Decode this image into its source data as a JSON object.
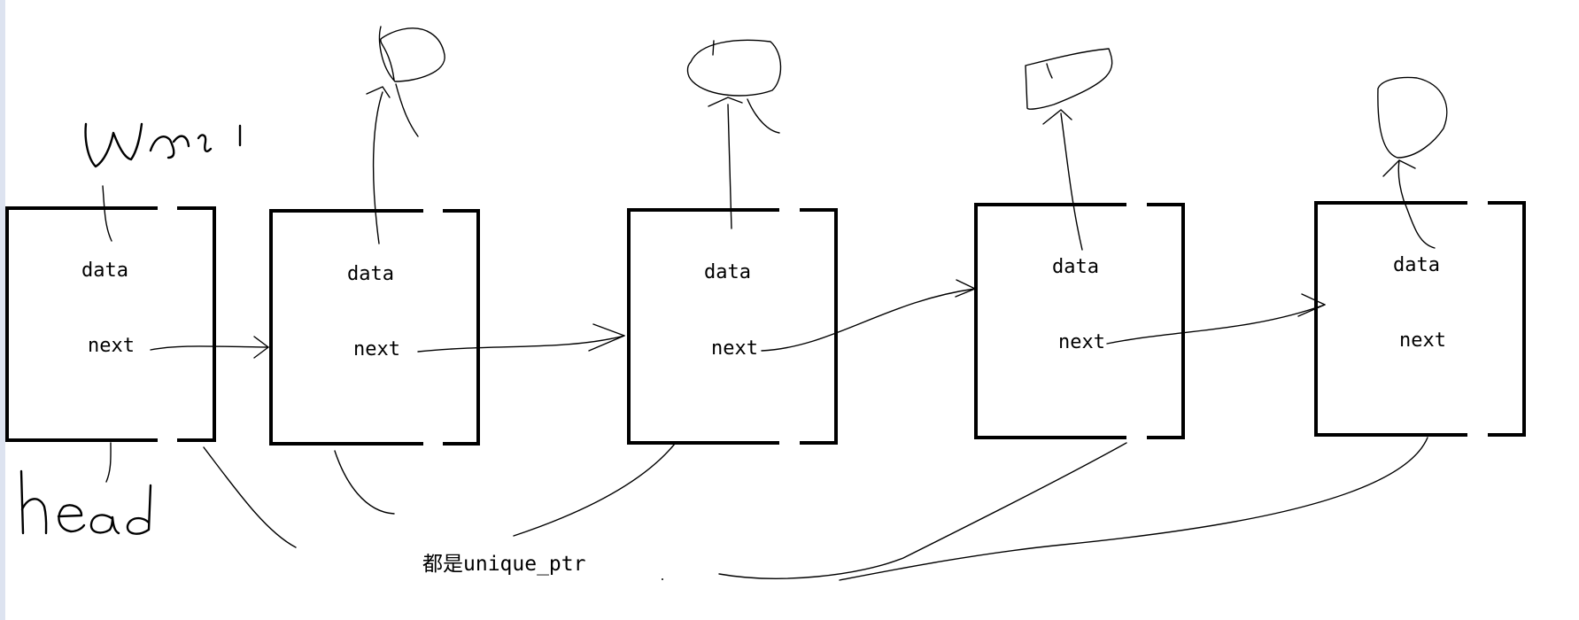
{
  "nodes": [
    {
      "data_label": "data",
      "next_label": "next"
    },
    {
      "data_label": "data",
      "next_label": "next"
    },
    {
      "data_label": "data",
      "next_label": "next"
    },
    {
      "data_label": "data",
      "next_label": "next"
    },
    {
      "data_label": "data",
      "next_label": "next"
    }
  ],
  "handwritten_labels": {
    "top": "null",
    "bottom": "head"
  },
  "caption": "都是unique_ptr",
  "colors": {
    "stroke": "#000000",
    "background": "#ffffff",
    "left_edge": "#dde3f0"
  }
}
